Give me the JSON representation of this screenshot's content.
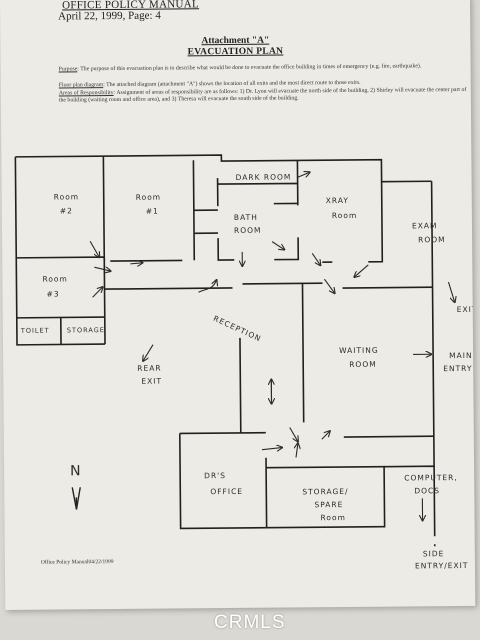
{
  "header": {
    "manual": "OFFICE POLICY MANUAL",
    "date_page": "April 22, 1999, Page: 4"
  },
  "title": {
    "attachment": "Attachment \"A\"",
    "plan": "EVACUATION PLAN"
  },
  "paragraphs": {
    "purpose_label": "Purpose",
    "purpose_text": ": The purpose of this evacuation plan is to describe what would be done to evacuate the office building in times of emergency (e.g. fire, earthquake).",
    "floor_label": "Floor plan diagram",
    "floor_text": ": The attached diagram (attachment \"A\") shows the location of all exits and the most direct route to those exits.",
    "areas_label": "Areas of Responsibility",
    "areas_text": ": Assignment of areas of responsibility are as follows: 1) Dr. Lyon will evacuate the north side of the building, 2) Shirley will evacuate the center part of the building (waiting room and office area), and 3) Theresa will evacuate the south side of the building."
  },
  "rooms": {
    "room2_a": "Room",
    "room2_b": "#2",
    "room1_a": "Room",
    "room1_b": "#1",
    "room3_a": "Room",
    "room3_b": "#3",
    "toilet": "TOILET",
    "storage": "STORAGE",
    "dark_room": "DARK ROOM",
    "bath_a": "BATH",
    "bath_b": "ROOM",
    "xray_a": "XRAY",
    "xray_b": "Room",
    "exam_a": "EXAM",
    "exam_b": "ROOM",
    "exit": "EXIT",
    "reception": "RECEPTION",
    "rear_a": "REAR",
    "rear_b": "EXIT",
    "waiting_a": "WAITING",
    "waiting_b": "ROOM",
    "main_a": "MAIN",
    "main_b": "ENTRY",
    "drs_a": "DR'S",
    "drs_b": "OFFICE",
    "spare_a": "STORAGE/",
    "spare_b": "SPARE",
    "spare_c": "Room",
    "computer_a": "COMPUTER,",
    "computer_b": "DOCS",
    "side_a": "SIDE",
    "side_b": "ENTRY/EXIT"
  },
  "compass": {
    "north": "N"
  },
  "footer": "Office Policy Manual04/22/1999",
  "watermark": "CRMLS"
}
